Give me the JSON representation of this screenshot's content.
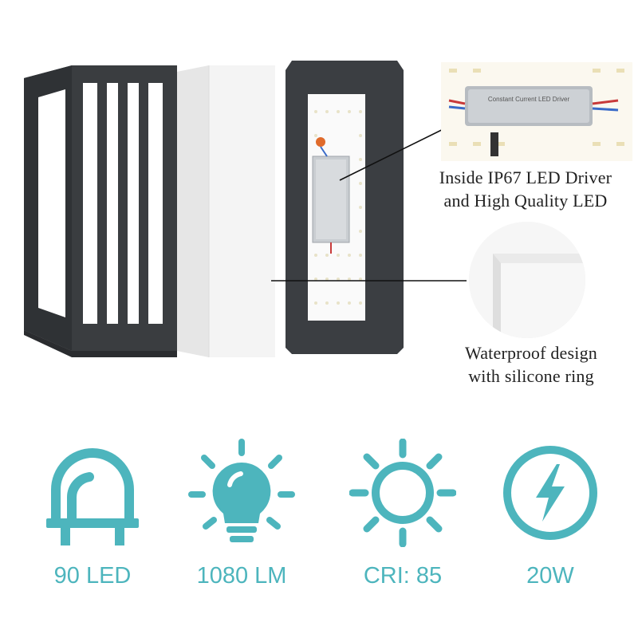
{
  "callouts": {
    "driver": {
      "line1": "Inside IP67 LED Driver",
      "line2": "and High Quality LED"
    },
    "waterproof": {
      "line1": "Waterproof design",
      "line2": "with silicone ring"
    }
  },
  "driver_photo": {
    "label": "Constant Current LED Driver"
  },
  "specs": [
    {
      "label": "90 LED",
      "icon": "led-icon"
    },
    {
      "label": "1080 LM",
      "icon": "bulb-icon"
    },
    {
      "label": "CRI: 85",
      "icon": "sun-icon"
    },
    {
      "label": "20W",
      "icon": "power-icon"
    }
  ],
  "colors": {
    "accent": "#4db5bd",
    "frame": "#3a3d40",
    "diffuser": "#f4f4f4"
  }
}
